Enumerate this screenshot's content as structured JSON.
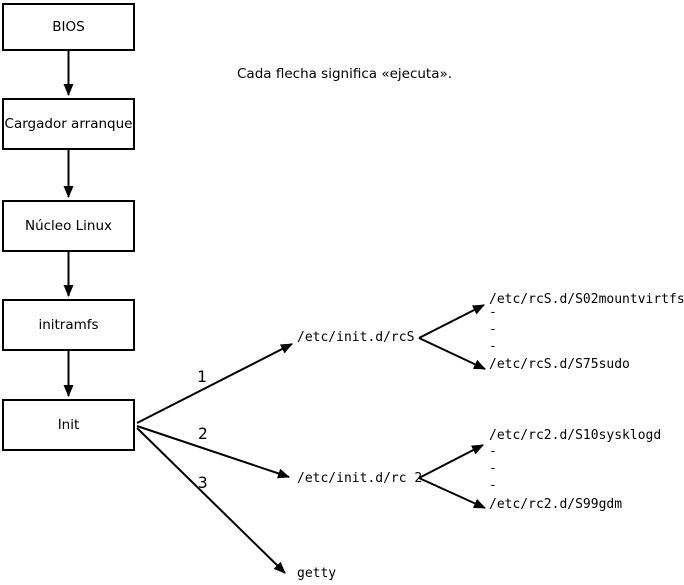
{
  "note": "Cada flecha significa «ejecuta».",
  "chain": [
    {
      "label": "BIOS"
    },
    {
      "label": "Cargador arranque"
    },
    {
      "label": "Núcleo Linux"
    },
    {
      "label": "initramfs"
    },
    {
      "label": "Init"
    }
  ],
  "branches": [
    {
      "number": "1",
      "target": "/etc/init.d/rcS"
    },
    {
      "number": "2",
      "target": "/etc/init.d/rc 2"
    },
    {
      "number": "3",
      "target": "getty"
    }
  ],
  "rcS_scripts": {
    "first": "/etc/rcS.d/S02mountvirtfs",
    "ellipsis": "-\n-\n-",
    "last": "/etc/rcS.d/S75sudo"
  },
  "rc2_scripts": {
    "first": "/etc/rc2.d/S10sysklogd",
    "ellipsis": "-\n-\n-",
    "last": "/etc/rc2.d/S99gdm"
  },
  "colors": {
    "ink": "#000000",
    "background": "#ffffff"
  }
}
